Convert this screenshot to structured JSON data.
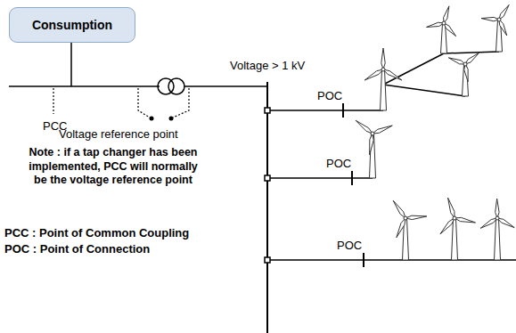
{
  "diagram": {
    "nodes": [
      {
        "text": [
          "Consumption"
        ]
      }
    ],
    "labels": [
      "Voltage > 1 kV",
      "POC",
      "POC",
      "POC",
      "PCC",
      "Voltage reference point",
      "Note :",
      "if a tap changer has been implemented, PCC will normally be the voltage reference point",
      "PCC : Point of Common Coupling",
      "POC : Point of Connection"
    ]
  }
}
